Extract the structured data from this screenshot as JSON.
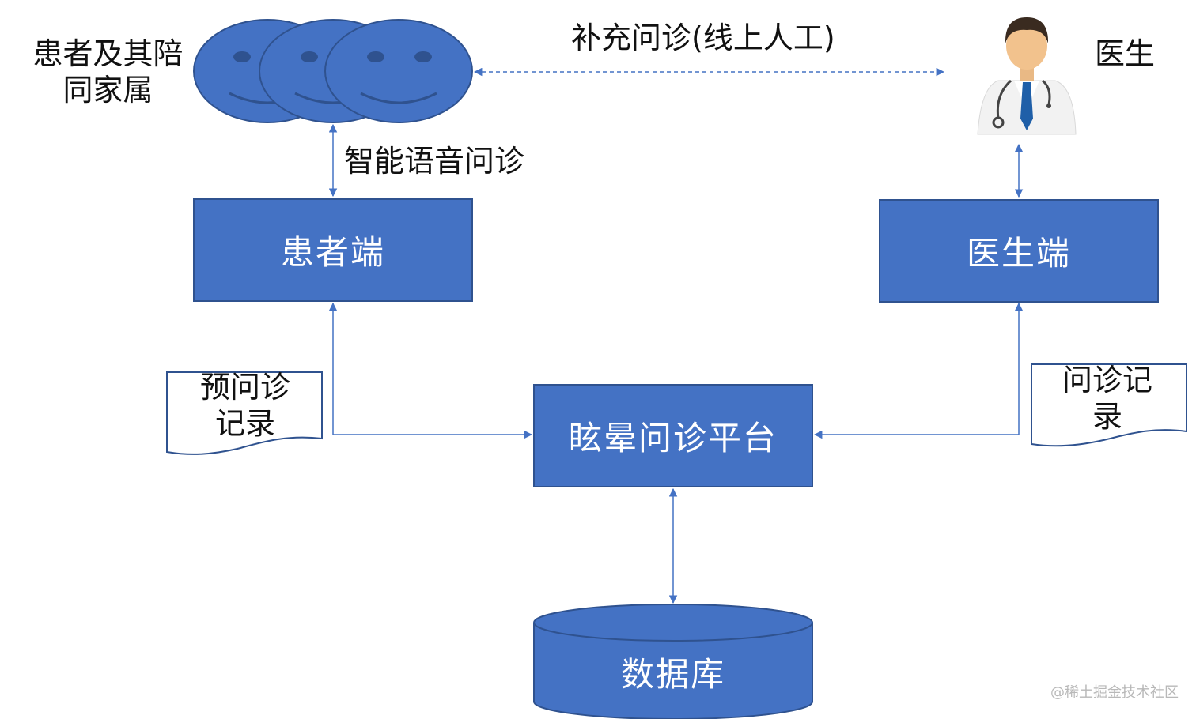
{
  "colors": {
    "box_fill": "#4472c4",
    "box_border": "#2f528f",
    "connector": "#4472c4",
    "text": "#111111"
  },
  "patients_label": "患者及其陪同家属",
  "doctor_label": "医生",
  "edge_supplement_label": "补充问诊(线上人工)",
  "edge_voice_label": "智能语音问诊",
  "nodes": {
    "patient_client": "患者端",
    "doctor_client": "医生端",
    "platform": "眩晕问诊平台",
    "database": "数据库"
  },
  "documents": {
    "pre_record": "预问诊记录",
    "record": "问诊记录"
  },
  "icons": {
    "patients": "smiley-faces-icon",
    "doctor": "doctor-icon"
  },
  "watermark": "@稀土掘金技术社区"
}
